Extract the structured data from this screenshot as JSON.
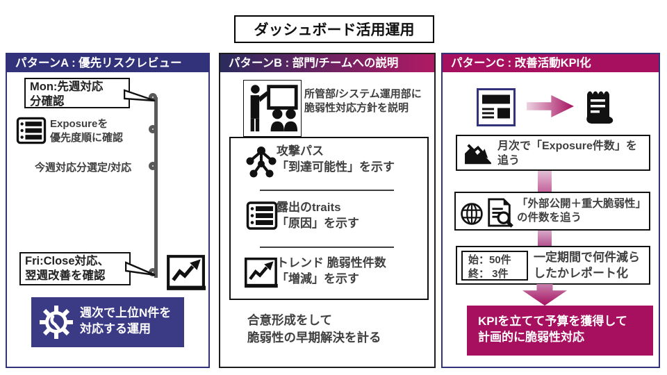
{
  "title": "ダッシュボード活用運用",
  "pattern_a": {
    "header": "パターンA : 優先リスクレビュー",
    "callout_mon": "Mon:先週対応\n分確認",
    "step_exposure": "Exposureを\n優先度順に確認",
    "step_select": "今週対応分選定/対応",
    "callout_fri": "Fri:Close対応、\n翌週改善を確認",
    "operation_note": "週次で上位N件を\n対応する運用"
  },
  "pattern_b": {
    "header": "パターンB : 部門/チームへの説明",
    "intro": "所管部/システム運用部に\n脆弱性対応方針を説明",
    "items": [
      {
        "icon": "network-graph-icon",
        "text": "攻撃パス\n「到達可能性」を示す"
      },
      {
        "icon": "checklist-icon",
        "text": "露出のtraits\n「原因」を示す"
      },
      {
        "icon": "trend-chart-icon",
        "text": "トレンド 脆弱性件数\n「増減」を示す"
      }
    ],
    "footer": "合意形成をして\n脆弱性の早期解決を計る"
  },
  "pattern_c": {
    "header": "パターンC : 改善活動KPI化",
    "kpi1": "月次で「Exposure件数」を\n追う",
    "kpi2": "「外部公開＋重大脆弱性」\nの件数を追う",
    "kpi3_start": "始：50件",
    "kpi3_end": "終： 3件",
    "kpi3_note": "一定期間で何件減ら\nしたかレポート化",
    "goal": "KPIを立てて予算を獲得して\n計画的に脆弱性対応"
  },
  "icons": {
    "checklist-icon": "rounded square with three bars and bullet dots",
    "trend-chart-icon": "framed chart with rising zigzag arrow",
    "gear-wrench-icon": "white gear with wrench inside",
    "presenter-icon": "person pointing at whiteboard with two listeners",
    "network-graph-icon": "tree of connected nodes",
    "dashboard-icon": "navy framed dashboard layout",
    "receipt-icon": "black receipt with wavy top",
    "decline-chart-icon": "declining area chart with down arrow",
    "globe-icon": "wireframe globe",
    "doc-search-icon": "document with magnifying glass",
    "right-arrow-icon": "pink-to-magenta gradient arrow",
    "down-arrow-icon": "magenta downward block arrow"
  },
  "colors": {
    "navy": "#32327a",
    "navy_light": "#3a3a85",
    "magenta": "#a6105f",
    "pink": "#e3bed6",
    "timeline_gray": "#595959",
    "text_gray": "#3f3f3f"
  }
}
